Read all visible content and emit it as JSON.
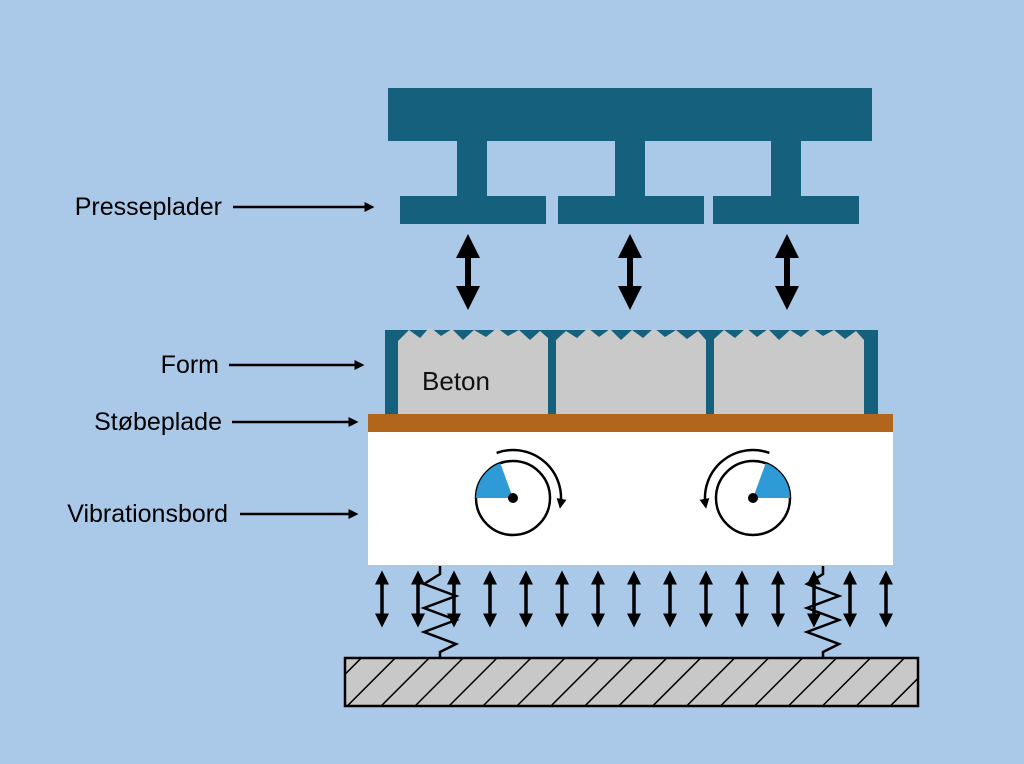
{
  "labels": {
    "presseplader": "Presseplader",
    "form": "Form",
    "stobeplade": "Støbeplade",
    "vibrationsbord": "Vibrationsbord",
    "beton": "Beton"
  },
  "colors": {
    "background": "#aac8e8",
    "machine_teal": "#15607c",
    "concrete_gray": "#c9c9c9",
    "plate_brown": "#b2661c",
    "table_white": "#ffffff",
    "rotor_blue": "#2e9bd6",
    "ground_gray": "#c8c8c8",
    "line_black": "#000000"
  }
}
